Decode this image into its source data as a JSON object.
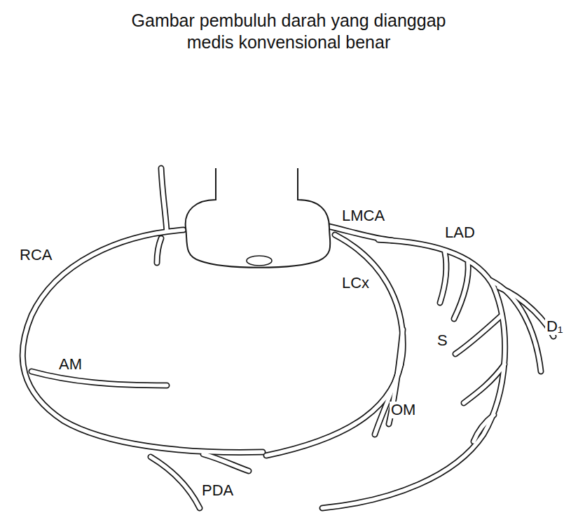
{
  "diagram": {
    "title": "Gambar pembuluh darah yang dianggap medis konvensional benar",
    "labels": [
      "RCA",
      "LMCA",
      "LAD",
      "LCx",
      "S",
      "D₁",
      "AM",
      "OM",
      "PDA"
    ]
  }
}
